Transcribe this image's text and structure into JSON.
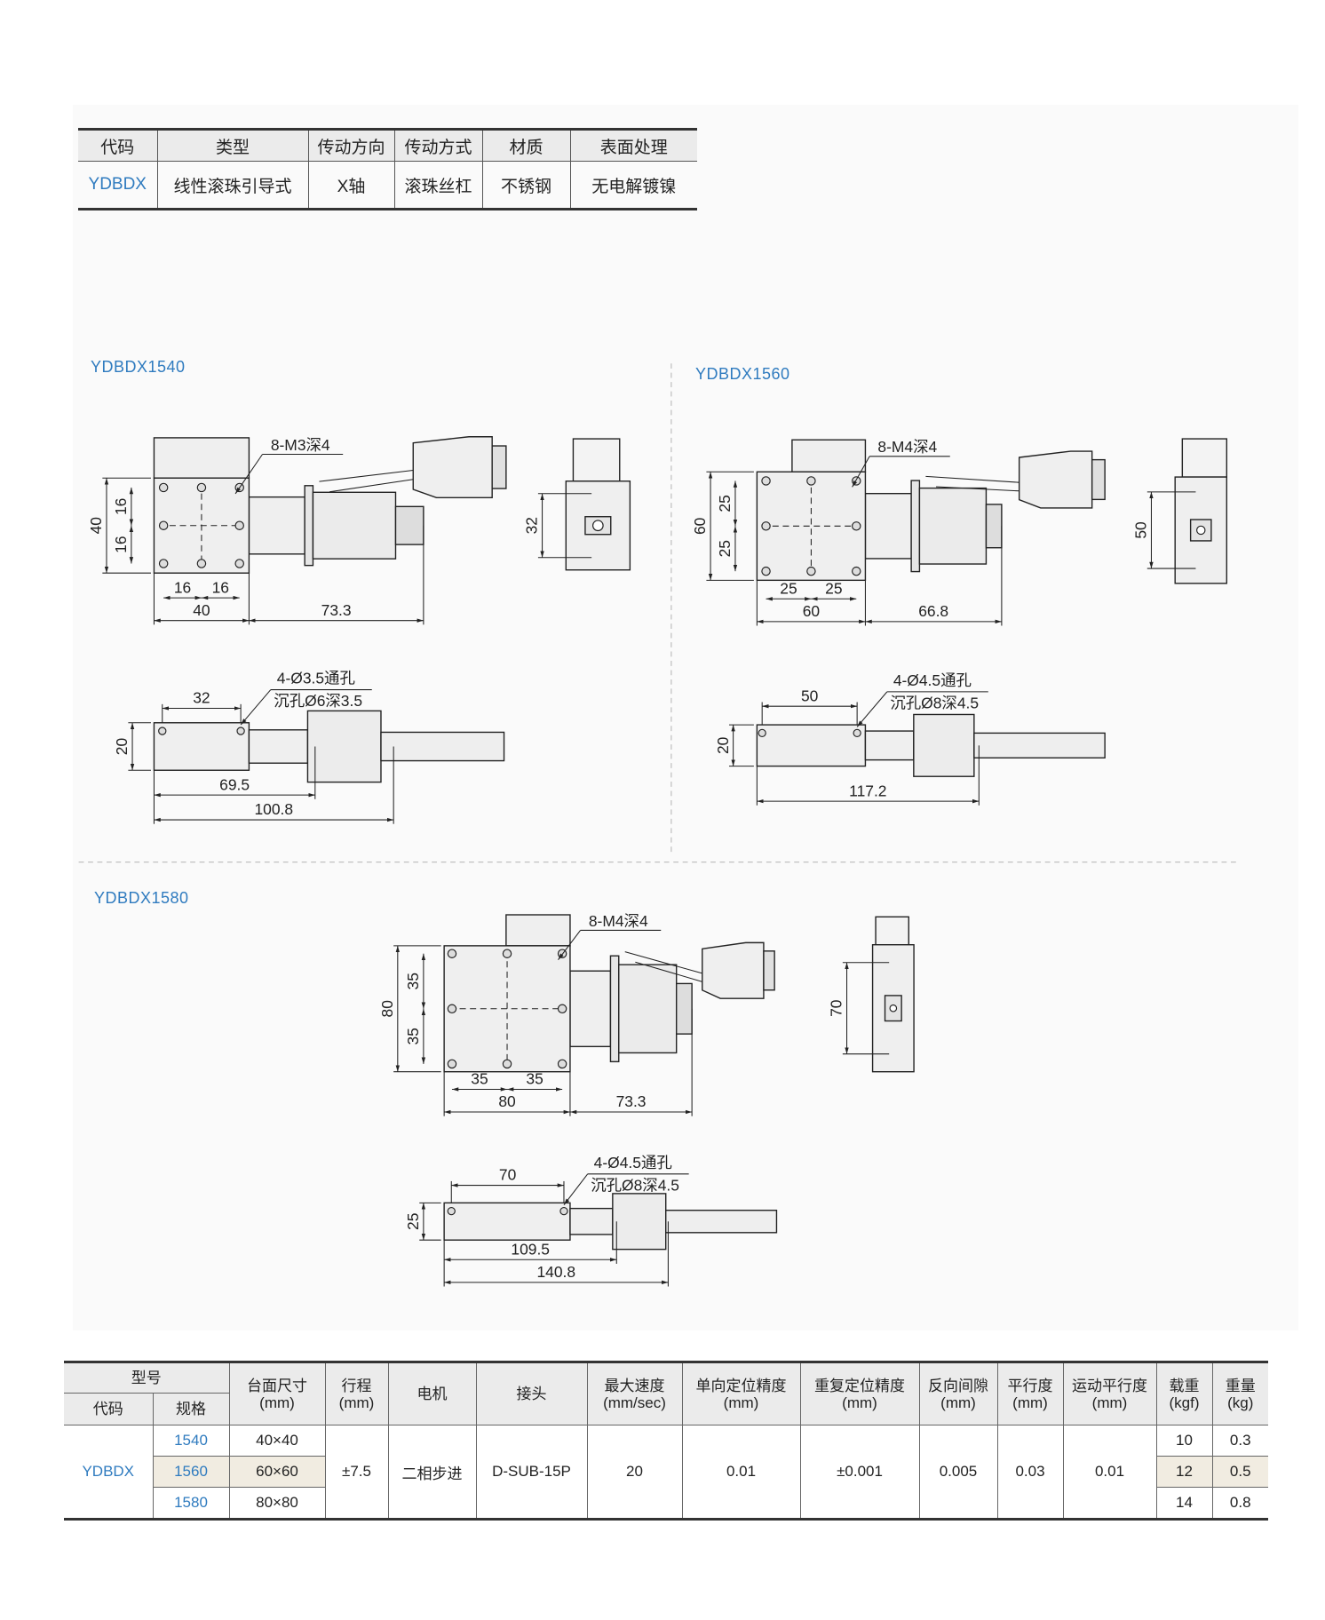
{
  "spec_table": {
    "headers": [
      "代码",
      "类型",
      "传动方向",
      "传动方式",
      "材质",
      "表面处理"
    ],
    "row": [
      "YDBDX",
      "线性滚珠引导式",
      "X轴",
      "滚珠丝杠",
      "不锈钢",
      "无电解镀镍"
    ]
  },
  "colors": {
    "accent": "#2f7bbf",
    "highlight_row": "#f1ece1",
    "header_bg": "#ebebeb"
  },
  "drawings": [
    {
      "model": "YDBDX1540",
      "top_view": {
        "mount_note": "8-M3深4",
        "height": "40",
        "hole_pitch_v": [
          "16",
          "16"
        ],
        "hole_pitch_h": [
          "16",
          "16"
        ],
        "width": "40",
        "drive_length": "73.3"
      },
      "front_view": {
        "hole_pitch": "32"
      },
      "side_view": {
        "hole_pitch": "32",
        "height": "20",
        "through_hole_note": "4-Ø3.5通孔",
        "counterbore_note": "沉孔Ø6深3.5",
        "lengths": [
          "69.5",
          "100.8"
        ]
      }
    },
    {
      "model": "YDBDX1560",
      "top_view": {
        "mount_note": "8-M4深4",
        "height": "60",
        "hole_pitch_v": [
          "25",
          "25"
        ],
        "hole_pitch_h": [
          "25",
          "25"
        ],
        "width": "60",
        "drive_length": "66.8"
      },
      "front_view": {
        "hole_pitch": "50"
      },
      "side_view": {
        "hole_pitch": "50",
        "height": "20",
        "through_hole_note": "4-Ø4.5通孔",
        "counterbore_note": "沉孔Ø8深4.5",
        "lengths": [
          "117.2"
        ]
      }
    },
    {
      "model": "YDBDX1580",
      "top_view": {
        "mount_note": "8-M4深4",
        "height": "80",
        "hole_pitch_v": [
          "35",
          "35"
        ],
        "hole_pitch_h": [
          "35",
          "35"
        ],
        "width": "80",
        "drive_length": "73.3"
      },
      "front_view": {
        "hole_pitch": "70"
      },
      "side_view": {
        "hole_pitch": "70",
        "height": "25",
        "through_hole_note": "4-Ø4.5通孔",
        "counterbore_note": "沉孔Ø8深4.5",
        "lengths": [
          "109.5",
          "140.8"
        ]
      }
    }
  ],
  "params_table": {
    "group_header": "型号",
    "sub_headers": [
      "代码",
      "规格"
    ],
    "headers": [
      {
        "title": "台面尺寸",
        "unit": "(mm)"
      },
      {
        "title": "行程",
        "unit": "(mm)"
      },
      {
        "title": "电机",
        "unit": ""
      },
      {
        "title": "接头",
        "unit": ""
      },
      {
        "title": "最大速度",
        "unit": "(mm/sec)"
      },
      {
        "title": "单向定位精度",
        "unit": "(mm)"
      },
      {
        "title": "重复定位精度",
        "unit": "(mm)"
      },
      {
        "title": "反向间隙",
        "unit": "(mm)"
      },
      {
        "title": "平行度",
        "unit": "(mm)"
      },
      {
        "title": "运动平行度",
        "unit": "(mm)"
      },
      {
        "title": "载重",
        "unit": "(kgf)"
      },
      {
        "title": "重量",
        "unit": "(kg)"
      }
    ],
    "code": "YDBDX",
    "shared": {
      "stroke": "±7.5",
      "motor": "二相步进",
      "connector": "D-SUB-15P",
      "max_speed": "20",
      "unidirectional_accuracy": "0.01",
      "repeatability": "±0.001",
      "backlash": "0.005",
      "parallelism": "0.03",
      "motion_parallelism": "0.01"
    },
    "rows": [
      {
        "spec": "1540",
        "table_size": "40×40",
        "load": "10",
        "weight": "0.3"
      },
      {
        "spec": "1560",
        "table_size": "60×60",
        "load": "12",
        "weight": "0.5"
      },
      {
        "spec": "1580",
        "table_size": "80×80",
        "load": "14",
        "weight": "0.8"
      }
    ]
  }
}
